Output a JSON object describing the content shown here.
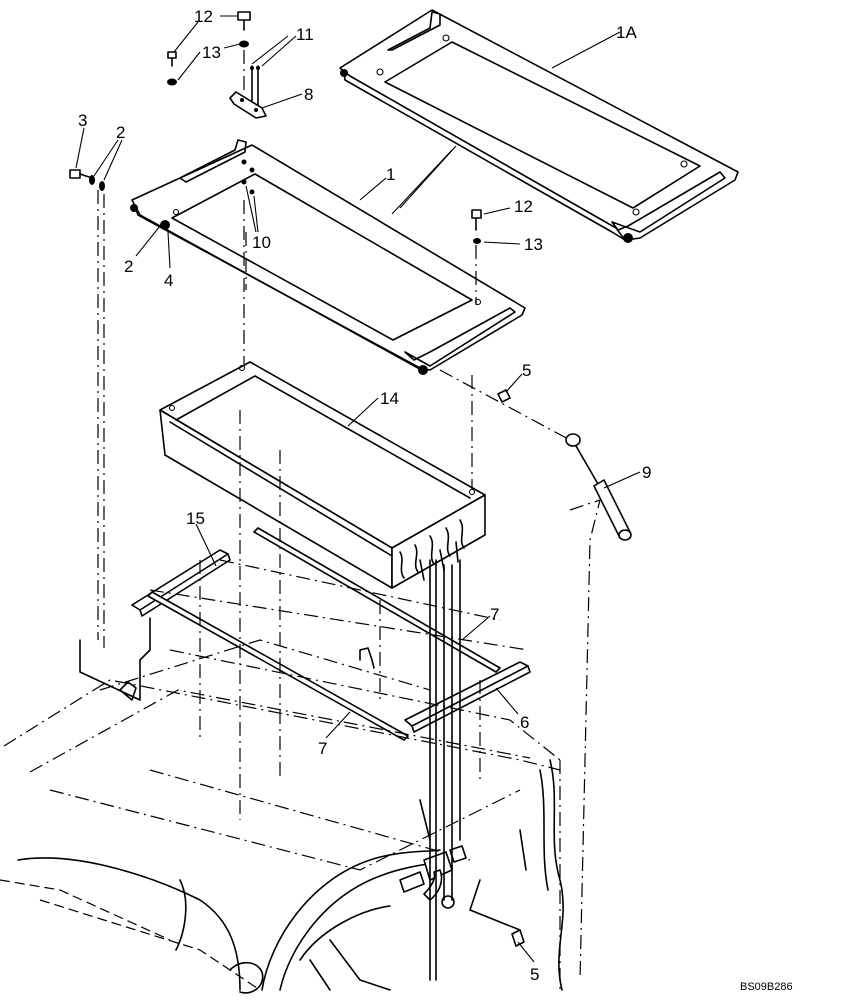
{
  "diagram": {
    "reference_code": "BS09B286",
    "callouts": [
      {
        "id": "c12a",
        "label": "12"
      },
      {
        "id": "c13a",
        "label": "13"
      },
      {
        "id": "c11",
        "label": "11"
      },
      {
        "id": "c8",
        "label": "8"
      },
      {
        "id": "c1A",
        "label": "1A"
      },
      {
        "id": "c3",
        "label": "3"
      },
      {
        "id": "c2a",
        "label": "2"
      },
      {
        "id": "c1",
        "label": "1"
      },
      {
        "id": "c10",
        "label": "10"
      },
      {
        "id": "c2b",
        "label": "2"
      },
      {
        "id": "c4",
        "label": "4"
      },
      {
        "id": "c12b",
        "label": "12"
      },
      {
        "id": "c13b",
        "label": "13"
      },
      {
        "id": "c5a",
        "label": "5"
      },
      {
        "id": "c14",
        "label": "14"
      },
      {
        "id": "c9",
        "label": "9"
      },
      {
        "id": "c15",
        "label": "15"
      },
      {
        "id": "c7a",
        "label": "7"
      },
      {
        "id": "c6",
        "label": "6"
      },
      {
        "id": "c7b",
        "label": "7"
      },
      {
        "id": "c5b",
        "label": "5"
      }
    ]
  }
}
